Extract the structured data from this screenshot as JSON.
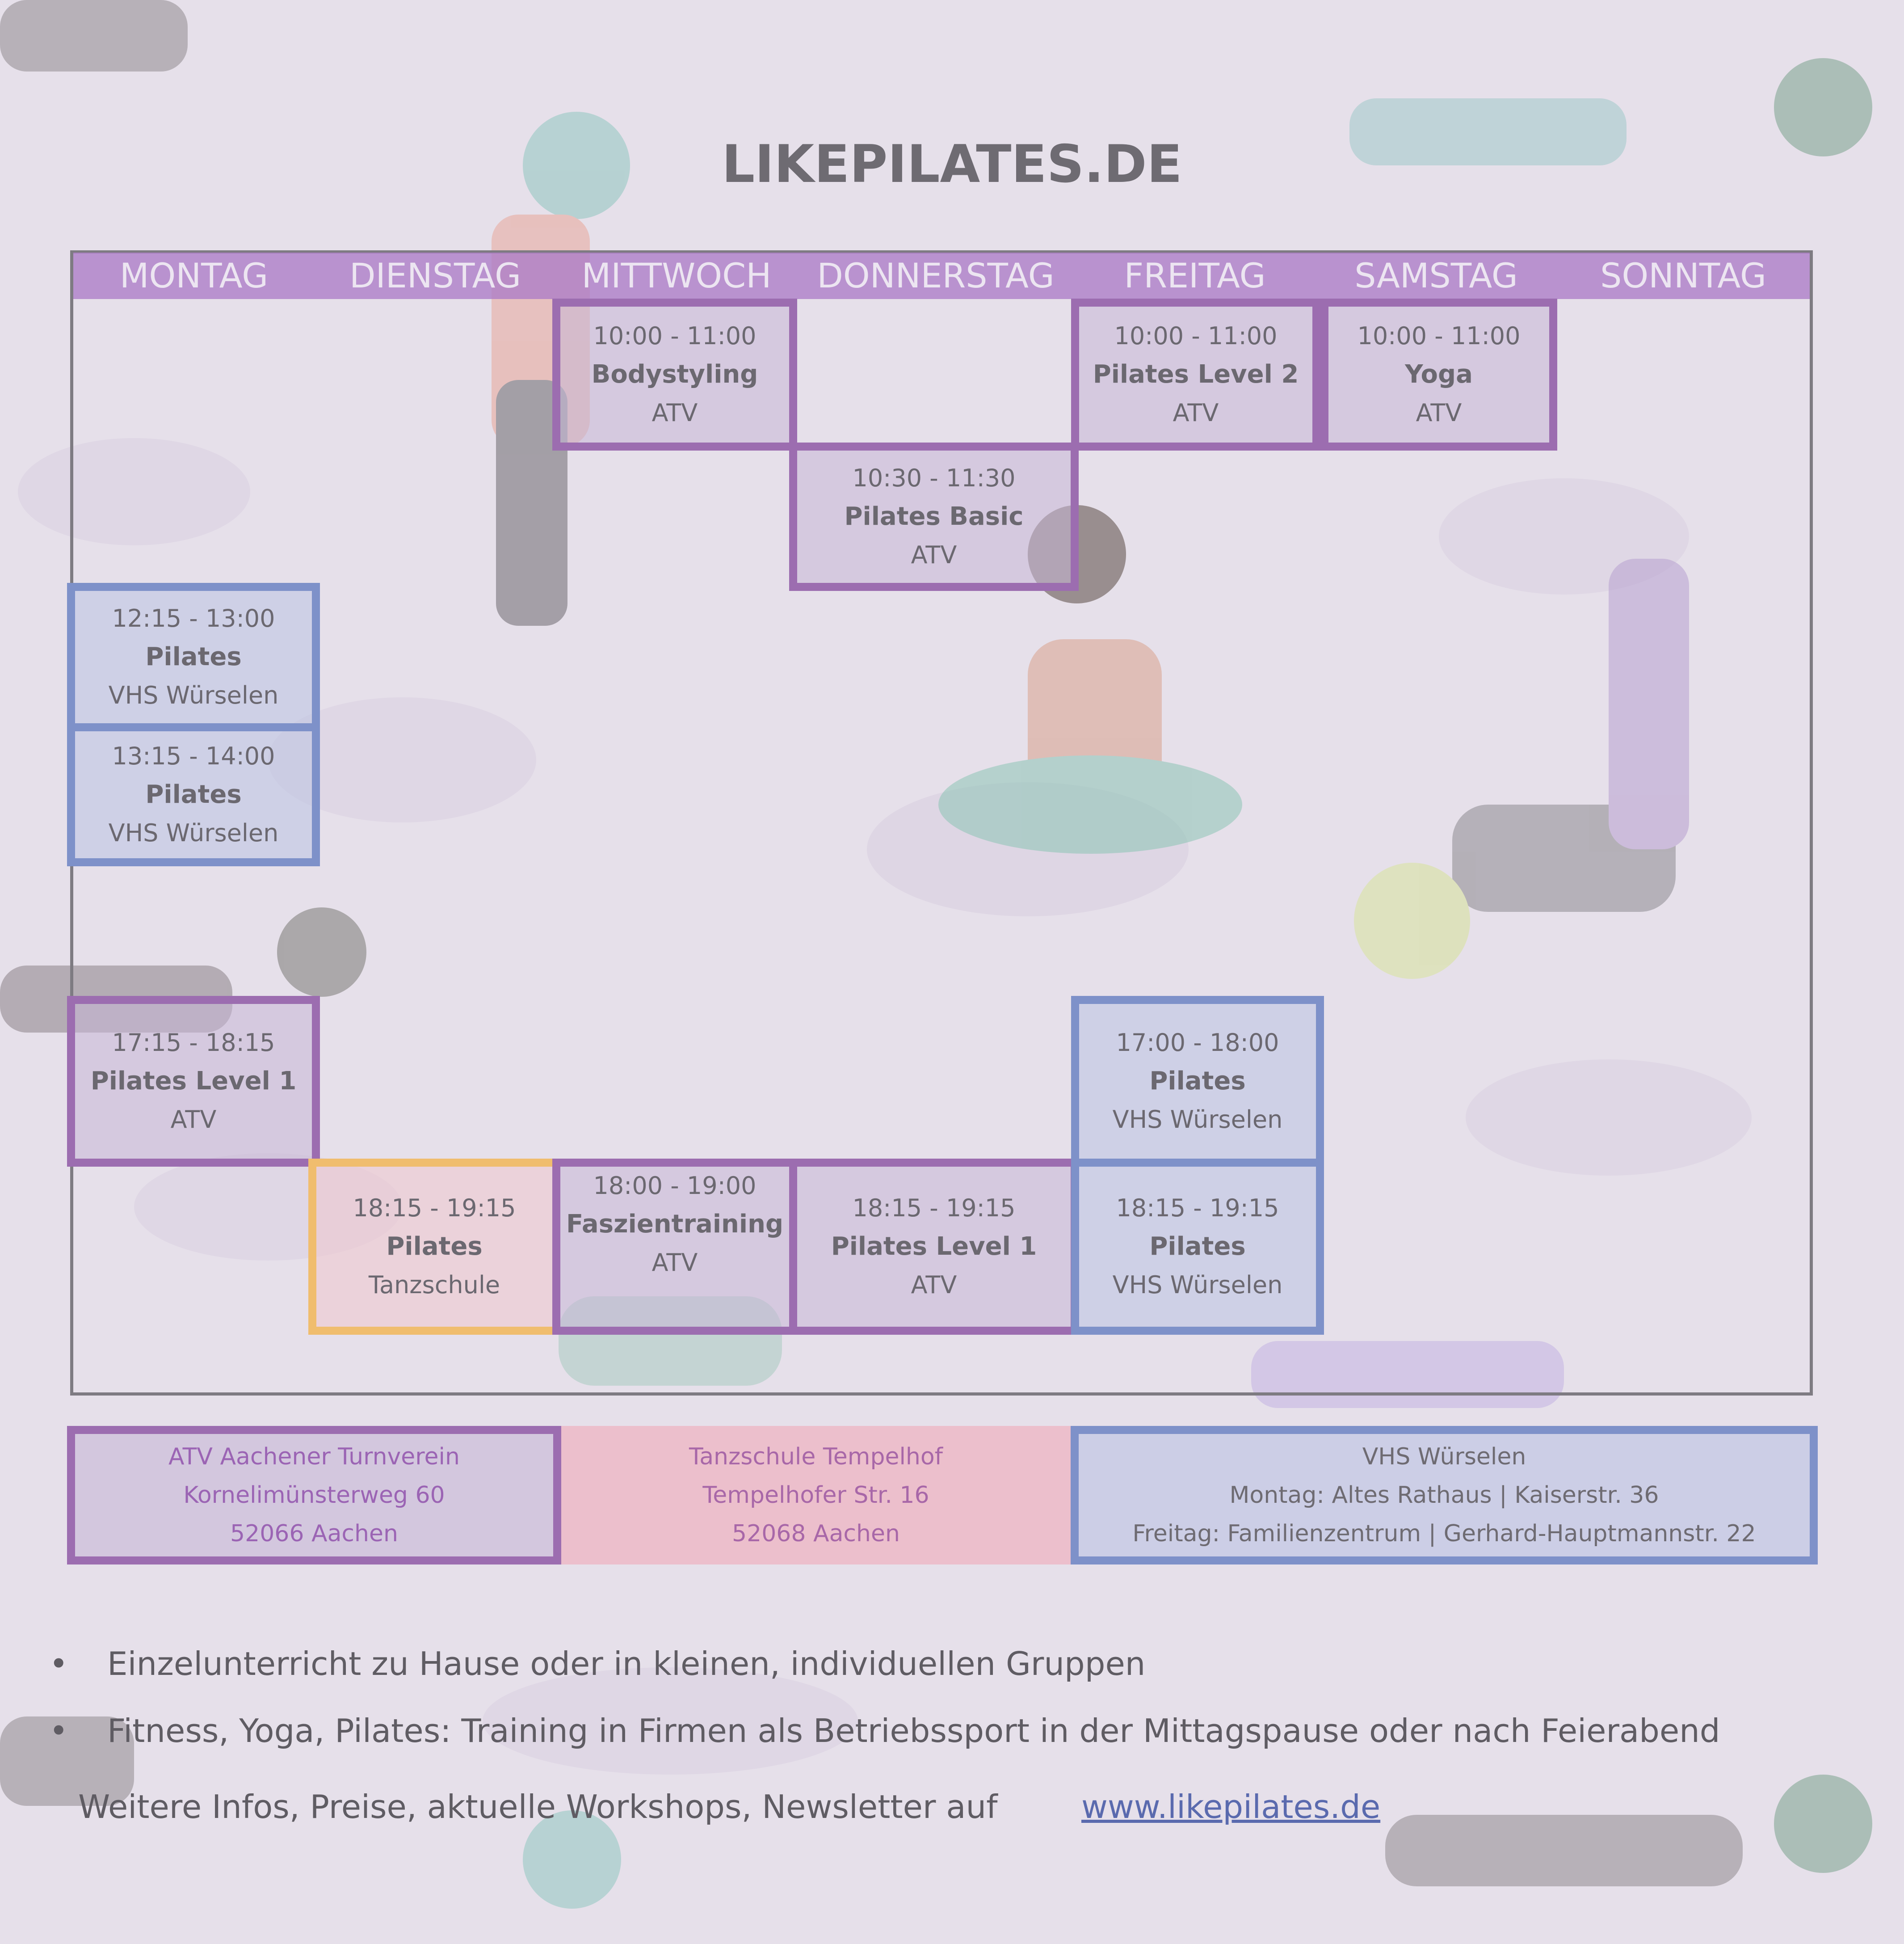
{
  "title": "LIKEPILATES.DE",
  "days": [
    "MONTAG",
    "DIENSTAG",
    "MITTWOCH",
    "DONNERSTAG",
    "FREITAG",
    "SAMSTAG",
    "SONNTAG"
  ],
  "slots": {
    "mi_bodystyling": {
      "time": "10:00 - 11:00",
      "name": "Bodystyling",
      "place": "ATV"
    },
    "fr_level2": {
      "time": "10:00 - 11:00",
      "name": "Pilates Level 2",
      "place": "ATV"
    },
    "sa_yoga": {
      "time": "10:00 - 11:00",
      "name": "Yoga",
      "place": "ATV"
    },
    "do_basic": {
      "time": "10:30 - 11:30",
      "name": "Pilates Basic",
      "place": "ATV"
    },
    "mo_pilates_1215": {
      "time": "12:15 - 13:00",
      "name": "Pilates",
      "place": "VHS Würselen"
    },
    "mo_pilates_1315": {
      "time": "13:15 - 14:00",
      "name": "Pilates",
      "place": "VHS Würselen"
    },
    "mo_level1": {
      "time": "17:15 - 18:15",
      "name": "Pilates Level 1",
      "place": "ATV"
    },
    "fr_pilates_1700": {
      "time": "17:00 - 18:00",
      "name": "Pilates",
      "place": "VHS Würselen"
    },
    "di_pilates": {
      "time": "18:15 - 19:15",
      "name": "Pilates",
      "place": "Tanzschule"
    },
    "mi_faszien": {
      "time": "18:00 - 19:00",
      "name": "Faszientraining",
      "place": "ATV"
    },
    "do_level1": {
      "time": "18:15 - 19:15",
      "name": "Pilates Level 1",
      "place": "ATV"
    },
    "fr_pilates_1815": {
      "time": "18:15 - 19:15",
      "name": "Pilates",
      "place": "VHS Würselen"
    }
  },
  "locations": {
    "atv": {
      "line1": "ATV Aachener Turnverein",
      "line2": "Kornelimünsterweg 60",
      "line3": "52066 Aachen"
    },
    "tanz": {
      "line1": "Tanzschule Tempelhof",
      "line2": "Tempelhofer Str. 16",
      "line3": "52068 Aachen"
    },
    "vhs": {
      "line1": "VHS Würselen",
      "line2": "Montag: Altes Rathaus | Kaiserstr. 36",
      "line3": "Freitag: Familienzentrum | Gerhard-Hauptmannstr. 22"
    }
  },
  "bullets": [
    "Einzelunterricht zu Hause oder in kleinen, individuellen Gruppen",
    "Fitness, Yoga, Pilates: Training in Firmen als Betriebssport in der Mittagspause oder nach Feierabend"
  ],
  "bullet_symbol": "•",
  "more_info": "Weitere Infos, Preise, aktuelle Workshops, Newsletter auf",
  "website": "www.likepilates.de",
  "colors": {
    "background": "#e6e0ea",
    "header": "#ac7cc6",
    "atv": "#9c6db0",
    "vhs": "#7e91c9",
    "tanzschule": "#f0bd6e"
  }
}
